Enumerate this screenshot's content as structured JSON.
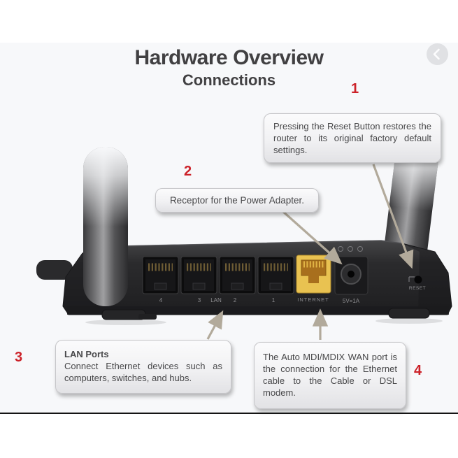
{
  "header": {
    "title": "Hardware Overview",
    "subtitle": "Connections"
  },
  "carousel": {
    "prev_icon": "chevron-left-icon"
  },
  "callouts": {
    "reset": {
      "number": "1",
      "text": "Pressing the Reset Button restores the router to its original factory default settings."
    },
    "power": {
      "number": "2",
      "text": "Receptor for the Power Adapter."
    },
    "lan": {
      "number": "3",
      "title": "LAN Ports",
      "text": "Connect Ethernet devices such as computers, switches, and hubs."
    },
    "wan": {
      "number": "4",
      "text": "The Auto MDI/MDIX WAN port is the connection for the Ethernet cable to the Cable or DSL modem."
    }
  },
  "router_labels": {
    "lan_port_4": "4",
    "lan_port_3": "3",
    "lan_group": "LAN",
    "lan_port_2": "2",
    "lan_port_1": "1",
    "internet": "INTERNET",
    "power": "5V=1A",
    "reset": "RESET"
  },
  "colors": {
    "callout_number_red": "#cc2229",
    "arrow_tan": "#b2aa9b",
    "internet_port_yellow": "#e9c251",
    "content_background": "#f7f8fa"
  }
}
